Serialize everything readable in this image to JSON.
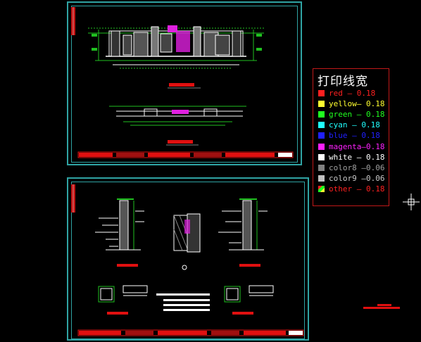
{
  "legend": {
    "title": "打印线宽",
    "rows": [
      {
        "label": "red — 0.18",
        "color": "#ff2020",
        "swatch": "#ff2020"
      },
      {
        "label": "yellow— 0.18",
        "color": "#ffff30",
        "swatch": "#ffff30"
      },
      {
        "label": "green — 0.18",
        "color": "#20ff20",
        "swatch": "#20ff20"
      },
      {
        "label": "cyan — 0.18",
        "color": "#20ffff",
        "swatch": "#20ffff"
      },
      {
        "label": "blue — 0.18",
        "color": "#2020ff",
        "swatch": "#2020ff"
      },
      {
        "label": "magenta—0.18",
        "color": "#ff20ff",
        "swatch": "#ff20ff"
      },
      {
        "label": "white — 0.18",
        "color": "#ffffff",
        "swatch": "#ffffff"
      },
      {
        "label": "color8 —0.06",
        "color": "#a0a0a0",
        "swatch": "#808080"
      },
      {
        "label": "color9 —0.06",
        "color": "#c8c8c8",
        "swatch": "#c0c0c0"
      },
      {
        "label": "other — 0.18",
        "color": "#ff2020",
        "swatch": "multi"
      }
    ]
  },
  "colors": {
    "background": "#000000",
    "sheet_border": "#2fa3a3",
    "title_block": "#d01010",
    "drawing_green": "#20c020",
    "drawing_white": "#ffffff",
    "drawing_magenta": "#e020e0"
  }
}
